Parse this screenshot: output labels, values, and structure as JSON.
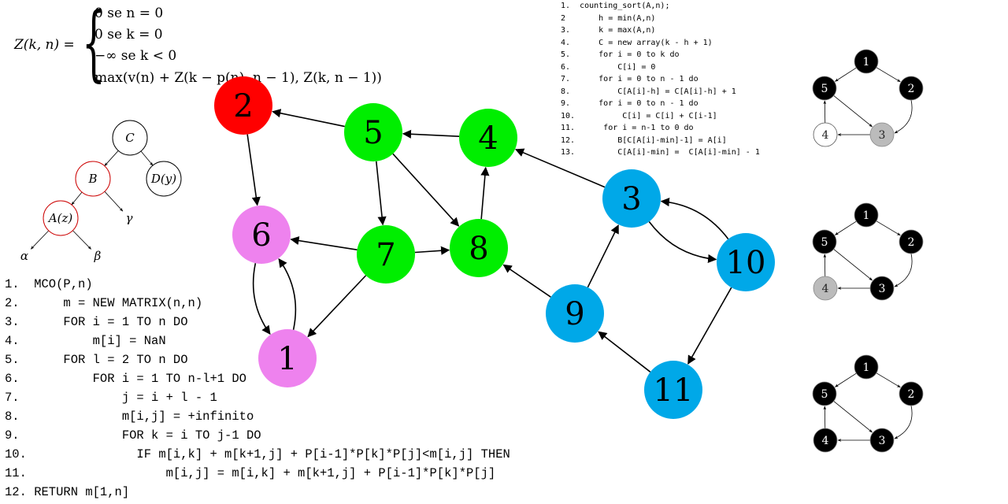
{
  "formula": {
    "lhs": "Z(k, n) =",
    "cases": [
      "0 se n = 0",
      "0 se k = 0",
      "−∞ se k < 0",
      "max(v(n) + Z(k − p(n), n − 1), Z(k, n − 1))"
    ]
  },
  "tree": {
    "nodes": [
      {
        "id": "C",
        "label": "C",
        "circled": true,
        "color": "#000000"
      },
      {
        "id": "B",
        "label": "B",
        "circled": true,
        "color": "#cc0000"
      },
      {
        "id": "D",
        "label": "D(y)",
        "circled": true,
        "color": "#000000"
      },
      {
        "id": "A",
        "label": "A(z)",
        "circled": true,
        "color": "#cc0000"
      },
      {
        "id": "gamma",
        "label": "γ",
        "circled": false,
        "color": "#000000"
      },
      {
        "id": "alpha",
        "label": "α",
        "circled": false,
        "color": "#000000"
      },
      {
        "id": "beta",
        "label": "β",
        "circled": false,
        "color": "#000000"
      }
    ],
    "edges": [
      [
        "C",
        "B"
      ],
      [
        "C",
        "D"
      ],
      [
        "B",
        "A"
      ],
      [
        "B",
        "gamma"
      ],
      [
        "A",
        "alpha"
      ],
      [
        "A",
        "beta"
      ]
    ]
  },
  "graph": {
    "colors": {
      "red": "#ff0000",
      "pink": "#ee82ee",
      "green": "#00ee00",
      "blue": "#00a8e8"
    },
    "nodes": [
      {
        "id": "1",
        "label": "1",
        "color": "pink"
      },
      {
        "id": "2",
        "label": "2",
        "color": "red"
      },
      {
        "id": "3",
        "label": "3",
        "color": "blue"
      },
      {
        "id": "4",
        "label": "4",
        "color": "green"
      },
      {
        "id": "5",
        "label": "5",
        "color": "green"
      },
      {
        "id": "6",
        "label": "6",
        "color": "pink"
      },
      {
        "id": "7",
        "label": "7",
        "color": "green"
      },
      {
        "id": "8",
        "label": "8",
        "color": "green"
      },
      {
        "id": "9",
        "label": "9",
        "color": "blue"
      },
      {
        "id": "10",
        "label": "10",
        "color": "blue"
      },
      {
        "id": "11",
        "label": "11",
        "color": "blue"
      }
    ],
    "edges": [
      {
        "from": "5",
        "to": "2"
      },
      {
        "from": "4",
        "to": "5"
      },
      {
        "from": "3",
        "to": "4"
      },
      {
        "from": "2",
        "to": "6"
      },
      {
        "from": "5",
        "to": "7"
      },
      {
        "from": "5",
        "to": "8"
      },
      {
        "from": "8",
        "to": "4"
      },
      {
        "from": "7",
        "to": "6"
      },
      {
        "from": "7",
        "to": "8"
      },
      {
        "from": "7",
        "to": "1"
      },
      {
        "from": "6",
        "to": "1"
      },
      {
        "from": "1",
        "to": "6"
      },
      {
        "from": "9",
        "to": "8"
      },
      {
        "from": "9",
        "to": "3"
      },
      {
        "from": "3",
        "to": "10"
      },
      {
        "from": "10",
        "to": "3"
      },
      {
        "from": "10",
        "to": "11"
      },
      {
        "from": "11",
        "to": "9"
      }
    ]
  },
  "small_graphs": [
    {
      "nodes": [
        {
          "id": "1",
          "label": "1",
          "fill": "black"
        },
        {
          "id": "2",
          "label": "2",
          "fill": "black"
        },
        {
          "id": "3",
          "label": "3",
          "fill": "gray"
        },
        {
          "id": "4",
          "label": "4",
          "fill": "white"
        },
        {
          "id": "5",
          "label": "5",
          "fill": "black"
        }
      ]
    },
    {
      "nodes": [
        {
          "id": "1",
          "label": "1",
          "fill": "black"
        },
        {
          "id": "2",
          "label": "2",
          "fill": "black"
        },
        {
          "id": "3",
          "label": "3",
          "fill": "black"
        },
        {
          "id": "4",
          "label": "4",
          "fill": "gray"
        },
        {
          "id": "5",
          "label": "5",
          "fill": "black"
        }
      ]
    },
    {
      "nodes": [
        {
          "id": "1",
          "label": "1",
          "fill": "black"
        },
        {
          "id": "2",
          "label": "2",
          "fill": "black"
        },
        {
          "id": "3",
          "label": "3",
          "fill": "black"
        },
        {
          "id": "4",
          "label": "4",
          "fill": "black"
        },
        {
          "id": "5",
          "label": "5",
          "fill": "black"
        }
      ]
    }
  ],
  "small_graph_edges": [
    [
      "1",
      "5"
    ],
    [
      "1",
      "2"
    ],
    [
      "2",
      "3"
    ],
    [
      "5",
      "3"
    ],
    [
      "3",
      "4"
    ],
    [
      "4",
      "5"
    ]
  ],
  "code_left": [
    "1.  MCO(P,n)",
    "2.      m = NEW MATRIX(n,n)",
    "3.      FOR i = 1 TO n DO",
    "4.          m[i] = NaN",
    "5.      FOR l = 2 TO n DO",
    "6.          FOR i = 1 TO n-l+1 DO",
    "7.              j = i + l - 1",
    "8.              m[i,j] = +infinito",
    "9.              FOR k = i TO j-1 DO",
    "10.               IF m[i,k] + m[k+1,j] + P[i-1]*P[k]*P[j]<m[i,j] THEN",
    "11.                   m[i,j] = m[i,k] + m[k+1,j] + P[i-1]*P[k]*P[j]",
    "12. RETURN m[1,n]"
  ],
  "code_right": [
    "1.  counting_sort(A,n);",
    "2       h = min(A,n)",
    "3.      k = max(A,n)",
    "4.      C = new array(k - h + 1)",
    "5.      for i = 0 to k do",
    "6.          C[i] = 0",
    "7.      for i = 0 to n - 1 do",
    "8.          C[A[i]-h] = C[A[i]-h] + 1",
    "9.      for i = 0 to n - 1 do",
    "10.          C[i] = C[i] + C[i-1]",
    "11.      for i = n-1 to 0 do",
    "12.         B[C[A[i]-min]-1] = A[i]",
    "13.         C[A[i]-min] =  C[A[i]-min] - 1"
  ]
}
